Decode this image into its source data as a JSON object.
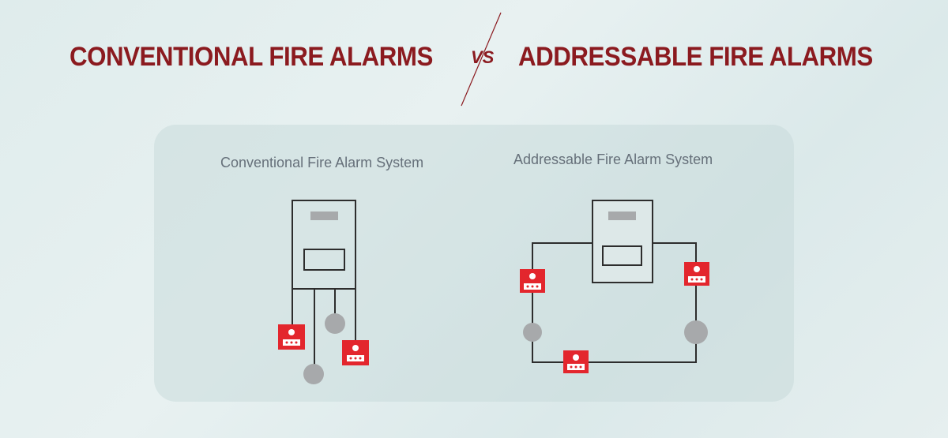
{
  "header": {
    "left_title": "CONVENTIONAL FIRE ALARMS",
    "vs": "VS",
    "right_title": "ADDRESSABLE FIRE ALARMS"
  },
  "diagrams": {
    "conventional_label": "Conventional Fire Alarm System",
    "addressable_label": "Addressable Fire Alarm System"
  },
  "colors": {
    "title": "#8b1a1f",
    "device_red": "#e3262d",
    "detector_gray": "#a7a9ab",
    "wire": "#2d2d2d"
  }
}
